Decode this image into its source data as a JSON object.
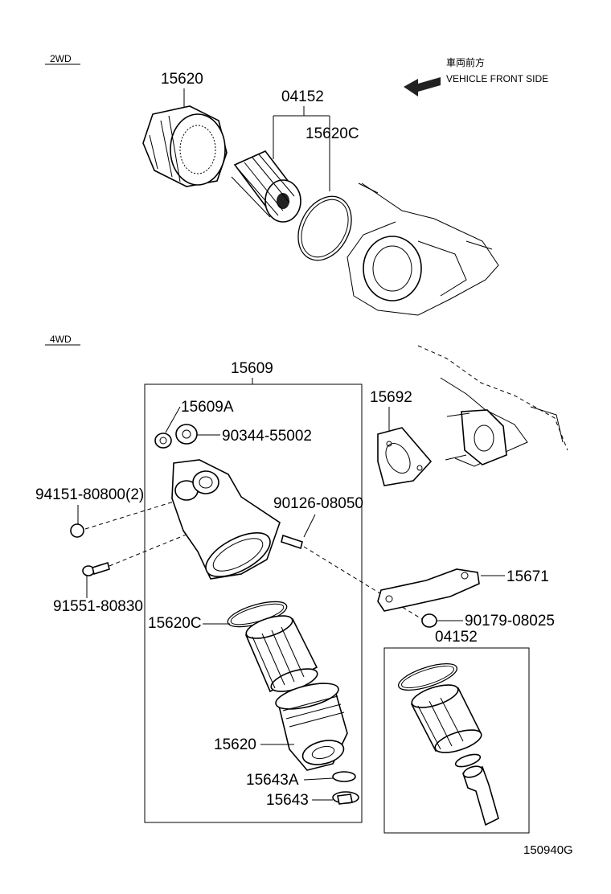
{
  "sections": {
    "top": "2WD",
    "bottom": "4WD"
  },
  "orientation": {
    "jp": "車両前方",
    "en": "VEHICLE FRONT SIDE"
  },
  "labels": {
    "p15620_top": "15620",
    "p04152_top": "04152",
    "p15620C_top": "15620C",
    "p15609": "15609",
    "p15609A": "15609A",
    "p90344": "90344-55002",
    "p94151": "94151-80800(2)",
    "p90126": "90126-08050",
    "p91551": "91551-80830",
    "p15692": "15692",
    "p15671": "15671",
    "p15620C_bot": "15620C",
    "p90179": "90179-08025",
    "p04152_bot": "04152",
    "p15620_bot": "15620",
    "p15643A": "15643A",
    "p15643": "15643"
  },
  "diagram_id": "150940G"
}
